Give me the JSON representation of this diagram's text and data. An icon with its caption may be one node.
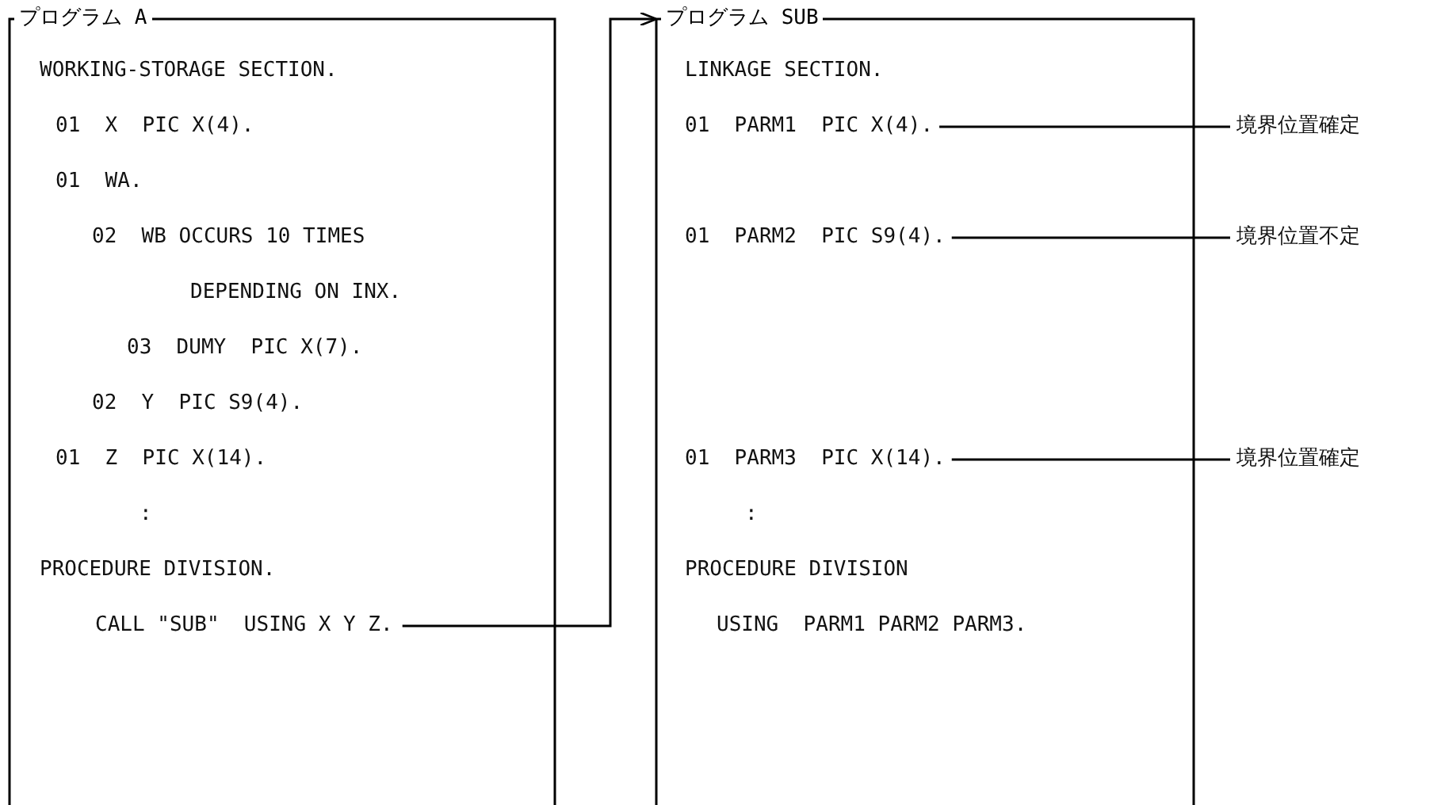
{
  "diagram": {
    "nodes": [
      {
        "text": [
          "プログラム A"
        ]
      },
      {
        "text": [
          "CALL \"SUB\"  USING X Y Z."
        ],
        "in": 0
      },
      {
        "text": [
          "プログラム SUB"
        ]
      },
      {
        "text": [
          "01  PARM1  PIC X(4)."
        ],
        "in": 2
      },
      {
        "text": [
          "01  PARM2  PIC S9(4)."
        ],
        "in": 2
      },
      {
        "text": [
          "01  PARM3  PIC X(14)."
        ],
        "in": 2
      },
      {
        "text": [
          "境界位置確定"
        ]
      },
      {
        "text": [
          "境界位置不定"
        ]
      },
      {
        "text": [
          "境界位置確定"
        ]
      }
    ],
    "edges": [
      {
        "from": 1,
        "to": 2,
        "arrow": "to"
      },
      {
        "from": 3,
        "to": 6,
        "arrow": "none"
      },
      {
        "from": 4,
        "to": 7,
        "arrow": "none"
      },
      {
        "from": 5,
        "to": 8,
        "arrow": "none"
      }
    ],
    "labels": [
      "WORKING-STORAGE SECTION.",
      "01  X  PIC X(4).",
      "01  WA.",
      "02  WB OCCURS 10 TIMES",
      "DEPENDING ON INX.",
      "03  DUMY  PIC X(7).",
      "02  Y  PIC S9(4).",
      "01  Z  PIC X(14).",
      ":",
      "PROCEDURE DIVISION.",
      "LINKAGE SECTION.",
      ":",
      "PROCEDURE DIVISION",
      "USING  PARM1 PARM2 PARM3."
    ]
  }
}
